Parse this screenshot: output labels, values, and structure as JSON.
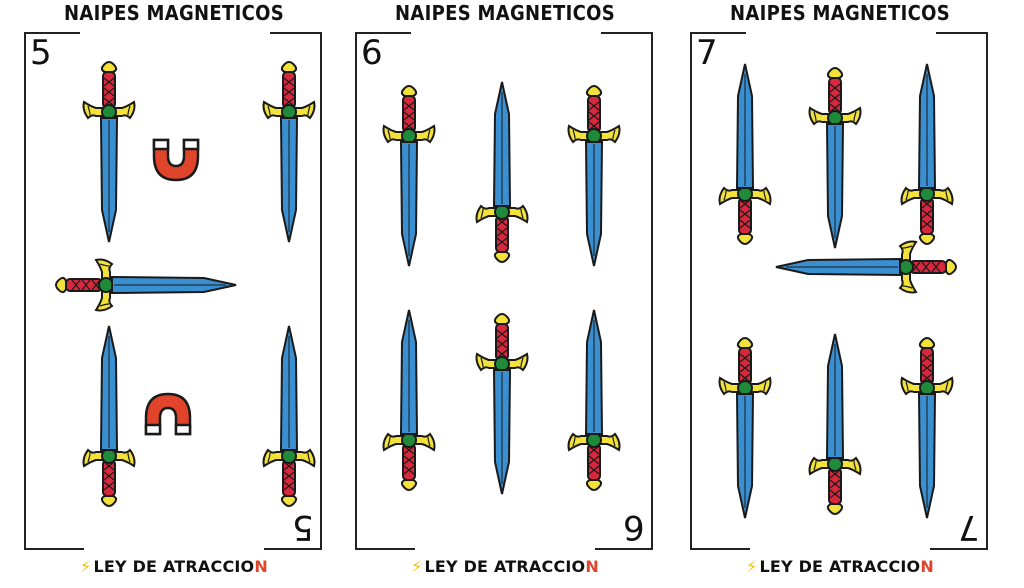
{
  "cards": [
    {
      "title": "NAIPES MAGNETICOS",
      "rank": "5",
      "footer_text": "LEY DE ATRACCIO",
      "footer_last": "N",
      "suit": "espadas",
      "magnets": 2
    },
    {
      "title": "NAIPES MAGNETICOS",
      "rank": "6",
      "footer_text": "LEY DE ATRACCIO",
      "footer_last": "N",
      "suit": "espadas",
      "magnets": 0
    },
    {
      "title": "NAIPES MAGNETICOS",
      "rank": "7",
      "footer_text": "LEY DE ATRACCIO",
      "footer_last": "N",
      "suit": "espadas",
      "magnets": 0
    }
  ],
  "icons": {
    "bolt": "lightning-bolt-icon",
    "magnet": "magnet-icon",
    "sword": "sword-icon"
  },
  "colors": {
    "blade": "#3a8fd0",
    "guard": "#f2e23a",
    "grip": "#d8283d",
    "gem": "#1f8a3a",
    "magnet_red": "#e0452b",
    "outline": "#1a1a1a"
  }
}
